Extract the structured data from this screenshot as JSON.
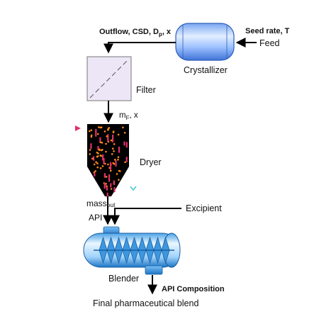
{
  "labels": {
    "outflow": "Outflow, CSD, D",
    "outflow_sub": "p",
    "outflow_tail": ", x",
    "seed": "Seed rate, T",
    "feed": "Feed",
    "crystallizer": "Crystallizer",
    "filter": "Filter",
    "mf": "m",
    "mf_sub": "F",
    "mf_tail": ", x",
    "dryer": "Dryer",
    "mass": "mass",
    "mass_sub": "out",
    "api": "API",
    "excipient": "Excipient",
    "blender": "Blender",
    "api_composition": "API Composition",
    "final": "Final pharmaceutical blend"
  },
  "colors": {
    "tank_light": "#d6e6ff",
    "tank_mid": "#8ab4ff",
    "tank_dark": "#3f73d6",
    "filter_fill": "#ece6f6",
    "dryer_fill": "#000000",
    "particle_orange": "#ff8a1e",
    "particle_pink": "#e0306a",
    "blender_light": "#e8f4ff",
    "blender_mid": "#5fb3f0",
    "blender_dark": "#1d74c4",
    "arrow": "#000000",
    "accent_red": "#e0306a",
    "accent_cyan": "#44c8d8"
  }
}
